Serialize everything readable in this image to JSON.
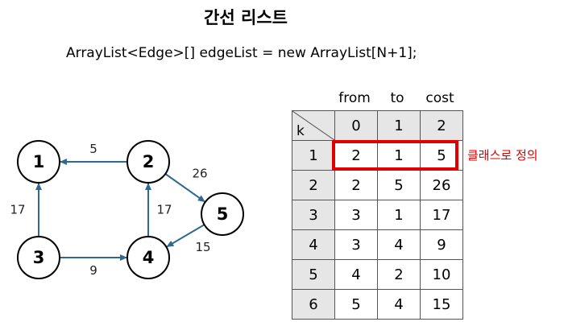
{
  "title": "간선 리스트",
  "code_line": "ArrayList<Edge>[] edgeList = new ArrayList[N+1];",
  "graph": {
    "nodes": [
      {
        "id": "1",
        "label": "1"
      },
      {
        "id": "2",
        "label": "2"
      },
      {
        "id": "3",
        "label": "3"
      },
      {
        "id": "4",
        "label": "4"
      },
      {
        "id": "5",
        "label": "5"
      }
    ],
    "edges": [
      {
        "from": "2",
        "to": "1",
        "weight": "5"
      },
      {
        "from": "2",
        "to": "5",
        "weight": "26"
      },
      {
        "from": "3",
        "to": "1",
        "weight": "17"
      },
      {
        "from": "4",
        "to": "2",
        "weight": "17"
      },
      {
        "from": "3",
        "to": "4",
        "weight": "9"
      },
      {
        "from": "5",
        "to": "4",
        "weight": "15"
      }
    ]
  },
  "table": {
    "column_titles": [
      "from",
      "to",
      "cost"
    ],
    "corner_label": "k",
    "header_indices": [
      "0",
      "1",
      "2"
    ],
    "rows": [
      {
        "k": "1",
        "from": "2",
        "to": "1",
        "cost": "5"
      },
      {
        "k": "2",
        "from": "2",
        "to": "5",
        "cost": "26"
      },
      {
        "k": "3",
        "from": "3",
        "to": "1",
        "cost": "17"
      },
      {
        "k": "4",
        "from": "3",
        "to": "4",
        "cost": "9"
      },
      {
        "k": "5",
        "from": "4",
        "to": "2",
        "cost": "10"
      },
      {
        "k": "6",
        "from": "5",
        "to": "4",
        "cost": "15"
      }
    ]
  },
  "highlight_note": "클래스로 정의",
  "colors": {
    "edge": "#2e6a8f",
    "highlight": "#e00000",
    "header_fill": "#e7e6e6"
  }
}
